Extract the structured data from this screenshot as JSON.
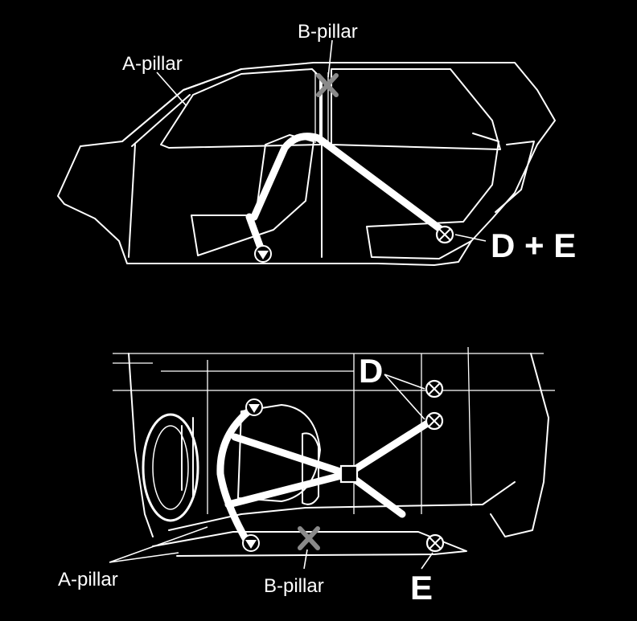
{
  "colors": {
    "background": "#000000",
    "line": "#ffffff",
    "removed_mark": "#8a8a8a"
  },
  "side_view": {
    "label_a_pillar": "A-pillar",
    "label_b_pillar": "B-pillar",
    "label_mount": "D + E"
  },
  "top_view": {
    "label_d": "D",
    "label_e": "E",
    "label_a_pillar": "A-pillar",
    "label_b_pillar": "B-pillar"
  },
  "icons": [
    "mount-point-icon",
    "floor-anchor-icon",
    "removed-x-icon"
  ]
}
